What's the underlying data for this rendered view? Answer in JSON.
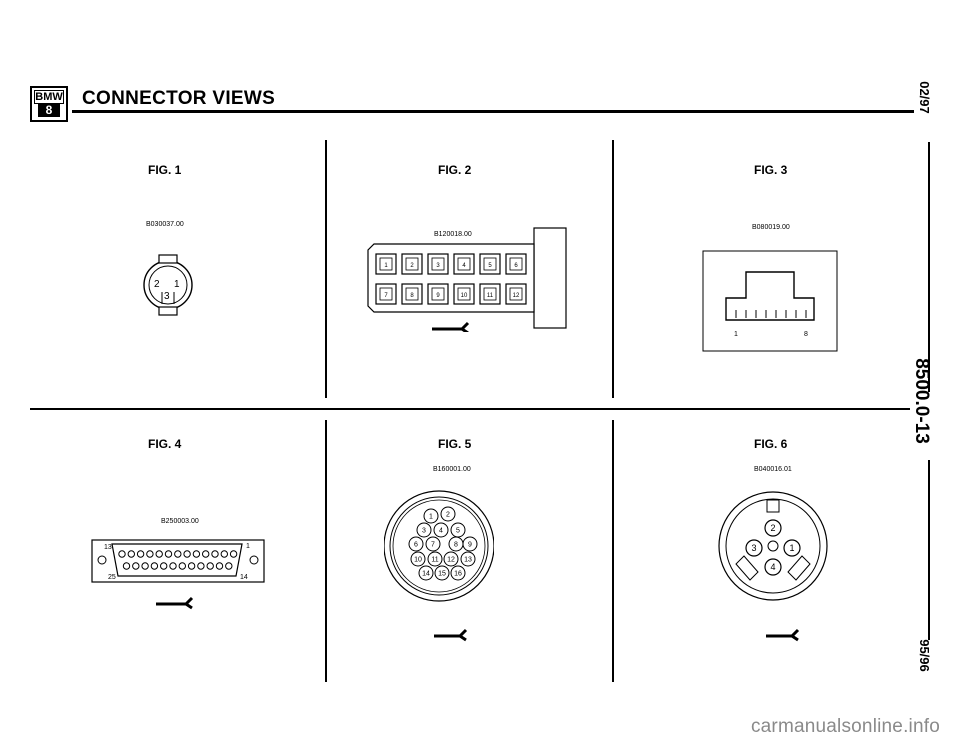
{
  "header": {
    "logo_top": "BMW",
    "logo_bottom": "8",
    "title": "CONNECTOR VIEWS"
  },
  "side": {
    "date_top": "02/97",
    "page_code": "8500.0-13",
    "date_bottom": "95/96"
  },
  "figures": [
    {
      "label": "FIG. 1",
      "code": "B030037.00"
    },
    {
      "label": "FIG. 2",
      "code": "B120018.00"
    },
    {
      "label": "FIG. 3",
      "code": "B080019.00"
    },
    {
      "label": "FIG. 4",
      "code": "B250003.00"
    },
    {
      "label": "FIG. 5",
      "code": "B160001.00"
    },
    {
      "label": "FIG. 6",
      "code": "B040016.01"
    }
  ],
  "fig1_pins": [
    "2",
    "1",
    "3"
  ],
  "fig2_pins": [
    "1",
    "2",
    "3",
    "4",
    "5",
    "6",
    "7",
    "8",
    "9",
    "10",
    "11",
    "12"
  ],
  "fig3_pins": [
    "1",
    "8"
  ],
  "fig4_pins": [
    "13",
    "1",
    "25",
    "14"
  ],
  "fig5_pins": [
    "1",
    "2",
    "3",
    "4",
    "5",
    "6",
    "7",
    "8",
    "9",
    "10",
    "11",
    "12",
    "13",
    "14",
    "15",
    "16"
  ],
  "fig6_pins": [
    "2",
    "3",
    "1",
    "4"
  ],
  "watermark": "carmanualsonline.info"
}
